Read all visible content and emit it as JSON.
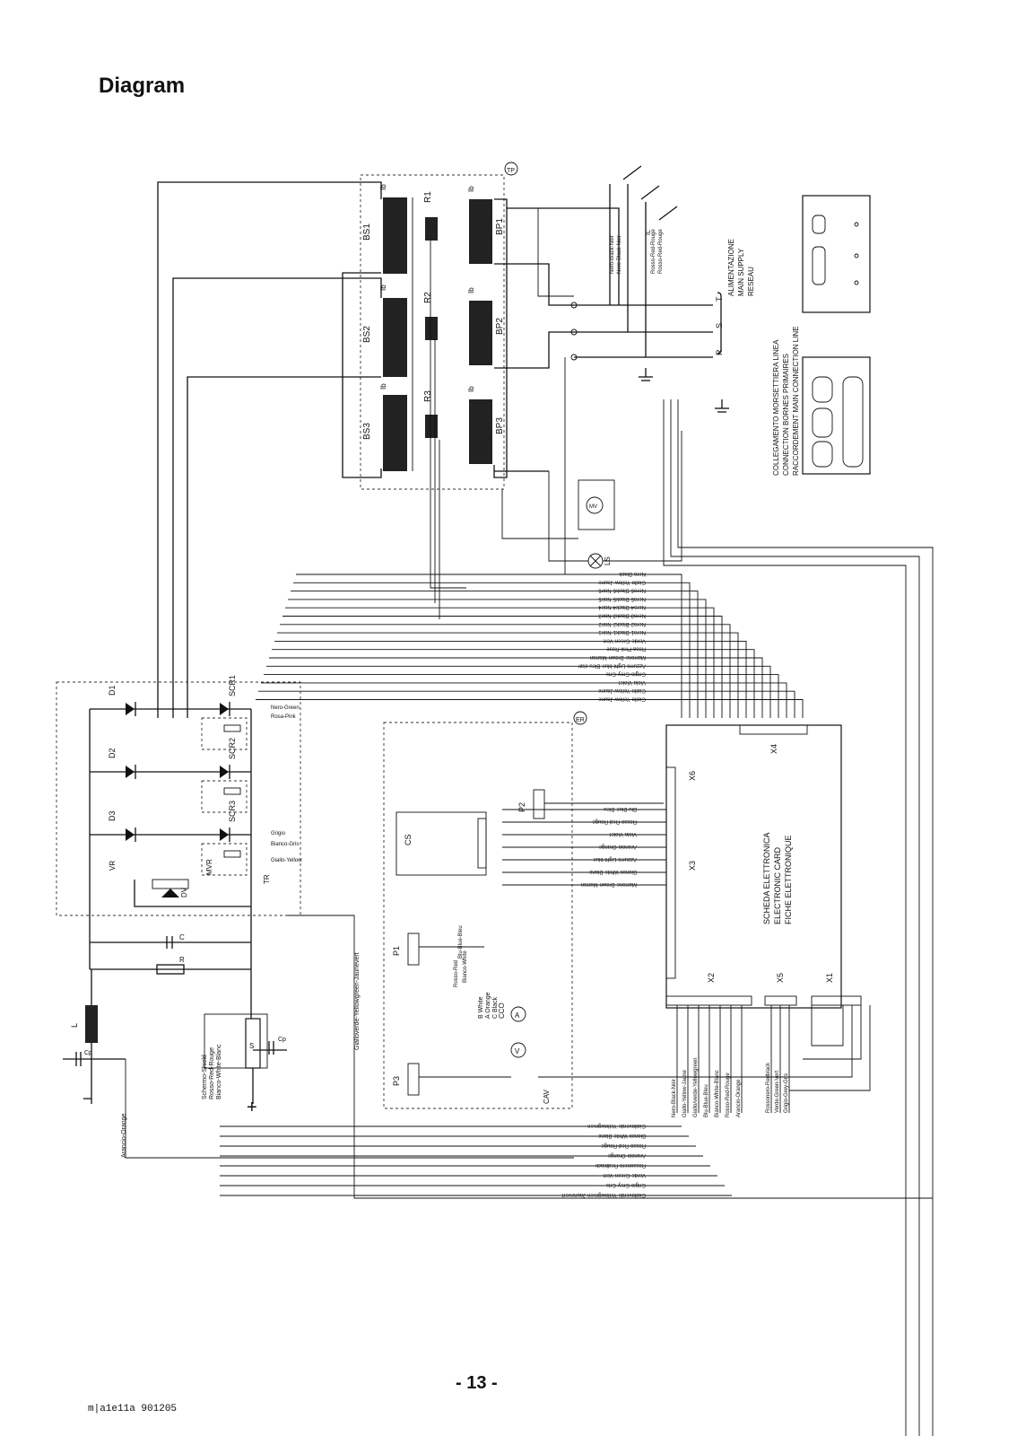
{
  "page": {
    "title": "Diagram",
    "page_number": "- 13 -",
    "footer_code": "m|a1e11a 901205"
  },
  "transformers": {
    "secondaries": [
      "BS1",
      "BS2",
      "BS3"
    ],
    "primaries": [
      "BP1",
      "BP2",
      "BP3"
    ],
    "resistors": [
      "R1",
      "R2",
      "R3"
    ],
    "terminal_label": "Ib",
    "group_tag": "TP"
  },
  "mains": {
    "label_lines": [
      "ALIMENTAZIONE",
      "MAIN SUPPLY",
      "RESEAU"
    ],
    "phases": [
      "R",
      "S",
      "T"
    ],
    "wire_labels": [
      "Nero-Black-Noir",
      "Nero-Black-Noir",
      "Rosso-Red-Rouge",
      "Rosso-Red-Rouge"
    ],
    "switch_label": "IL"
  },
  "terminal_board": {
    "label_lines": [
      "COLLEGAMENTO MORSETTIERA LINEA",
      "CONNECTION BORNES PRIMAIRES",
      "RACCORDEMENT MAIN CONNECTION LINE"
    ]
  },
  "control_card": {
    "label_lines": [
      "SCHEDA ELETTRONICA",
      "ELECTRONIC CARD",
      "FICHE ELETTRONIQUE"
    ],
    "tag": "ER",
    "connectors": [
      "X1",
      "X2",
      "X3",
      "X4",
      "X5",
      "X6"
    ]
  },
  "components": {
    "diodes": [
      "D1",
      "D2",
      "D3"
    ],
    "scrs": [
      "SCR1",
      "SCR2",
      "SCR3"
    ],
    "others": [
      "VR",
      "MVR",
      "DV",
      "TR",
      "C",
      "R",
      "L",
      "Cp",
      "S",
      "P1",
      "P2",
      "P3",
      "CS",
      "LS",
      "MV",
      "CCO",
      "CAV",
      "V",
      "A"
    ]
  },
  "wire_bundle": [
    "Nero-Black",
    "Giallo-Yellow-Jaune",
    "Nero6-Black6-Noir6",
    "Nero5-Black5-Noir5",
    "Nero4-Black4-Noir4",
    "Nero3-Black3-Noir3",
    "Nero2-Black2-Noir2",
    "Nero1-Black1-Noir1",
    "Verde-Green-Vert",
    "Rosa-Pink-Rose",
    "Marrone-Brown-Marron",
    "Azzurro-Light blue-Bleu clair",
    "Grigio-Grey-Gris",
    "Viola-Violet",
    "Giallo-Yellow-Jaune",
    "Giallo-Yellow-Jaune"
  ],
  "x3_wires": [
    "Blu-Blue-Bleu",
    "Rosso-Red-Rouge",
    "Viola-Violet",
    "Arancio-Orange",
    "Azzurro-Light blue",
    "Bianco-White-Blanc",
    "Marrone-Brown-Marron"
  ],
  "x2_wires": [
    "Nero-Black-Noir",
    "Giallo-Yellow-Jaune",
    "Giallo/verde-Yellowgreen",
    "Blu-Blue-Bleu",
    "Bianco-White-Blanc",
    "Rosso-Red-Rouge",
    "Arancio-Orange"
  ],
  "x5_wires": [
    "Rossonero-Redblack",
    "Verde-Green-Vert",
    "Grigio-Grey-Gris"
  ],
  "bottom_wires": [
    "Gialloverde-Yellowgreen",
    "Bianco-White-Blanc",
    "Rosso-Red-Rouge",
    "Arancio-Orange",
    "Rossonero-Redblack",
    "Verde-Green-Vert",
    "Grigio-Grey-Gris",
    "Gialloverde-Yellowgreen-Jaunevert"
  ],
  "misc_labels": {
    "scr_gate_labels": [
      "Nero-Green",
      "Rosa-Pink",
      "Grigio",
      "Bianco-Gris",
      "Giallo-Yellow"
    ],
    "cco_labels": [
      "B White",
      "A Orange",
      "C Black",
      "CCO"
    ],
    "p1_labels": [
      "Bianco-White",
      "Blu-Blue-Bleu",
      "Rosso-Red"
    ],
    "left_labels": [
      "Schermo-Shield",
      "Rosso-Red-Rouge",
      "Bianco-White-Blanc",
      "Arancio-Orange",
      "Gialloverde-Yellowgreen-Jaunevert"
    ]
  }
}
